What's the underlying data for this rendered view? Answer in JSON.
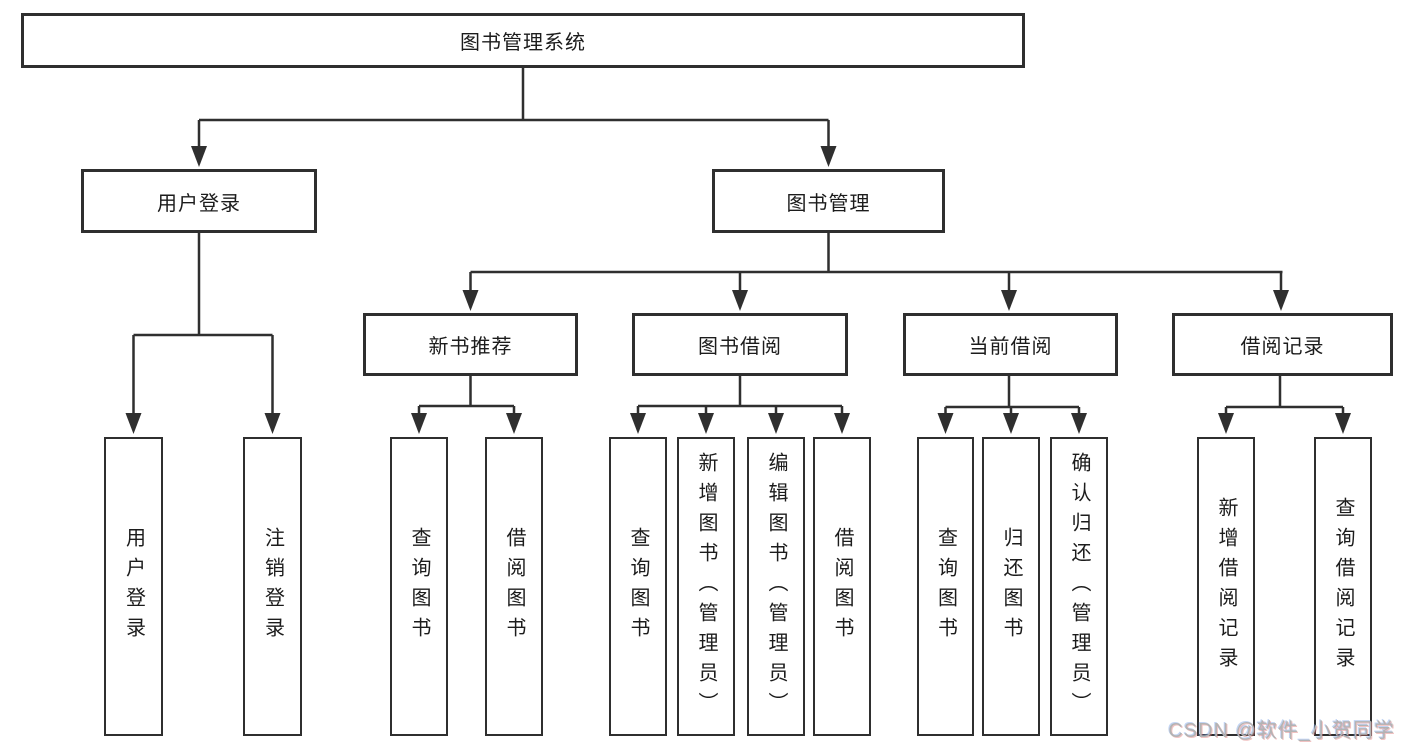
{
  "diagram": {
    "type": "hierarchy-diagram",
    "colors": {
      "line": "#2f2f2f",
      "box_border": "#2f2f2f",
      "text": "#1c1c1c",
      "background": "#ffffff",
      "watermark": "#b3b3b3"
    },
    "watermark": "CSDN @软件_小贺同学",
    "tree": {
      "label": "图书管理系统",
      "children": [
        {
          "label": "用户登录",
          "children": [
            {
              "label": "用户登录"
            },
            {
              "label": "注销登录"
            }
          ]
        },
        {
          "label": "图书管理",
          "children": [
            {
              "label": "新书推荐",
              "children": [
                {
                  "label": "查询图书"
                },
                {
                  "label": "借阅图书"
                }
              ]
            },
            {
              "label": "图书借阅",
              "children": [
                {
                  "label": "查询图书"
                },
                {
                  "label": "新增图书（管理员）"
                },
                {
                  "label": "编辑图书（管理员）"
                },
                {
                  "label": "借阅图书"
                }
              ]
            },
            {
              "label": "当前借阅",
              "children": [
                {
                  "label": "查询图书"
                },
                {
                  "label": "归还图书"
                },
                {
                  "label": "确认归还（管理员）"
                }
              ]
            },
            {
              "label": "借阅记录",
              "children": [
                {
                  "label": "新增借阅记录"
                },
                {
                  "label": "查询借阅记录"
                }
              ]
            }
          ]
        }
      ]
    }
  }
}
